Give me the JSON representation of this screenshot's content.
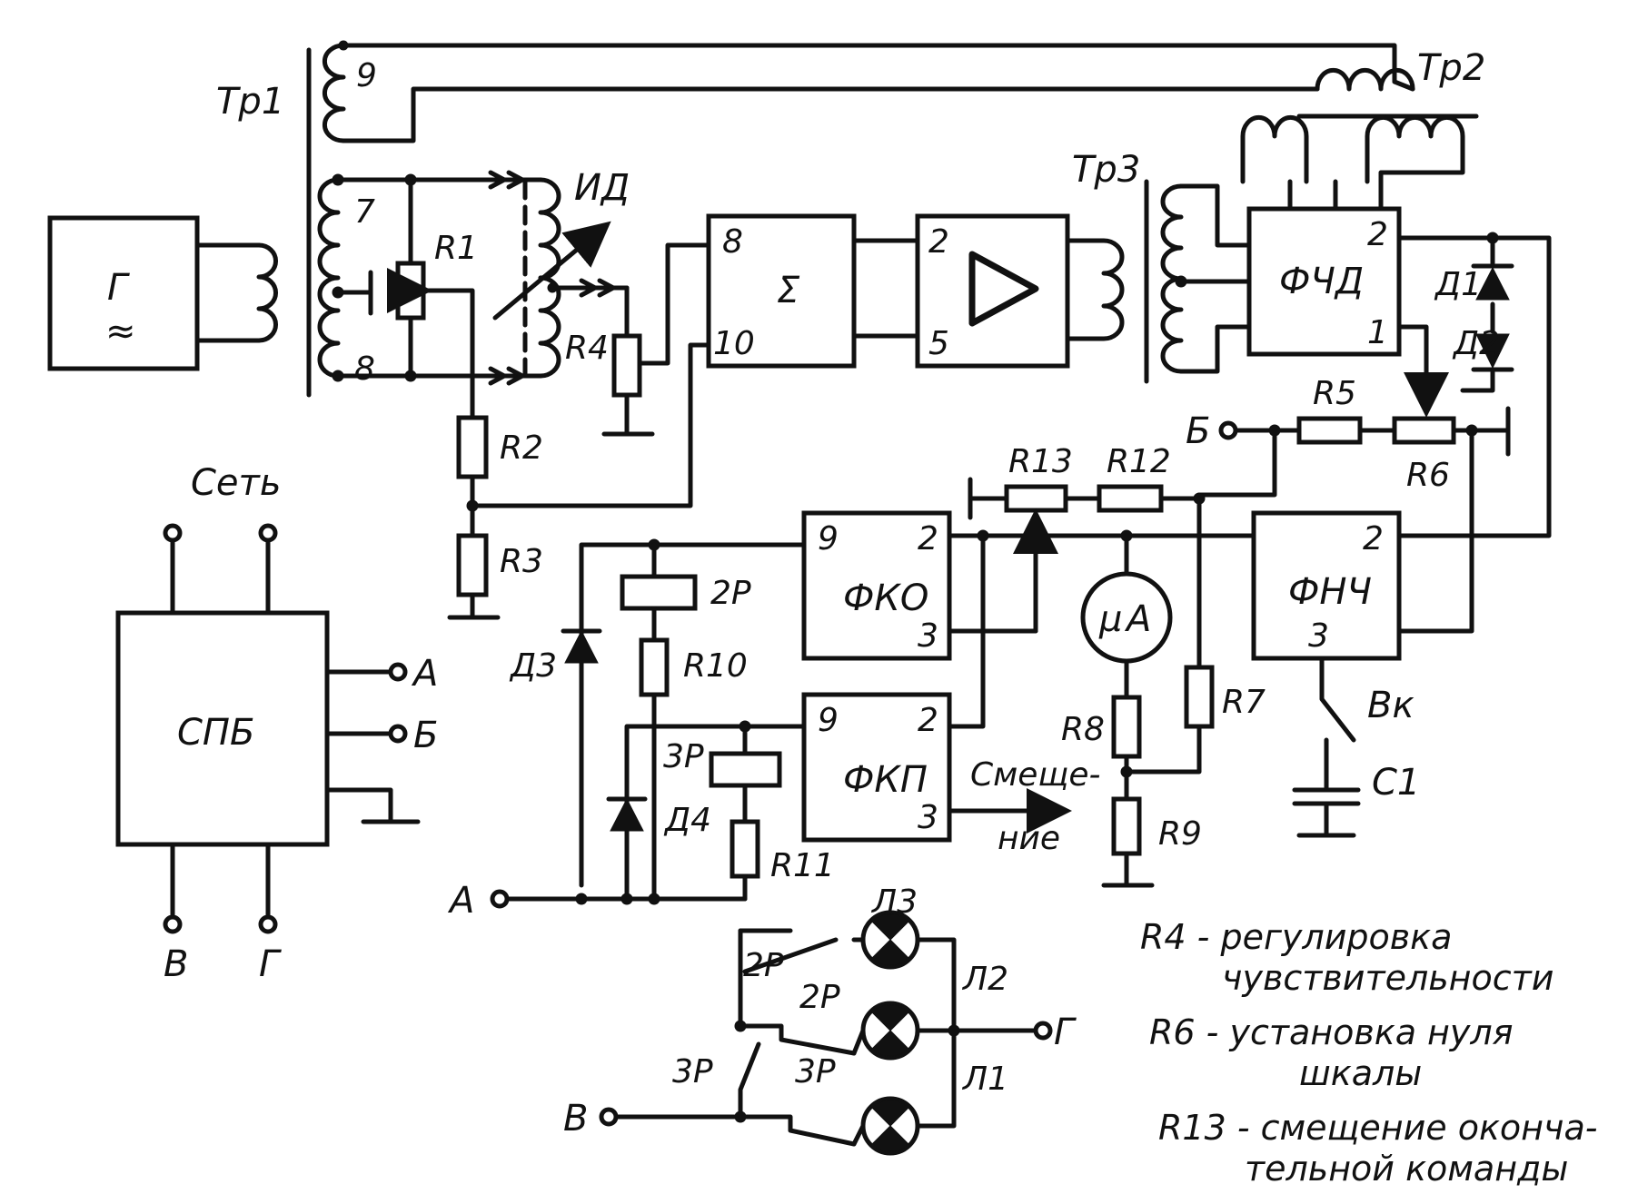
{
  "components": {
    "generator": {
      "symbol": "Г",
      "tilde": "≈"
    },
    "tr1": {
      "name": "Тр1",
      "w9": "9",
      "w7": "7",
      "w8": "8"
    },
    "tr2": {
      "name": "Тр2"
    },
    "tr3": {
      "name": "Тр3"
    },
    "id": {
      "name": "ИД"
    },
    "r1": "R1",
    "r2": "R2",
    "r3": "R3",
    "r4": "R4",
    "r5": "R5",
    "r6": "R6",
    "r7": "R7",
    "r8": "R8",
    "r9": "R9",
    "r10": "R10",
    "r11": "R11",
    "r12": "R12",
    "r13": "R13",
    "sum": {
      "symbol": "Σ",
      "in8": "8",
      "in10": "10"
    },
    "amp": {
      "in2": "2",
      "in5": "5"
    },
    "fchd": {
      "name": "ФЧД",
      "p2": "2",
      "p1": "1"
    },
    "d1": "Д1",
    "d2": "Д2",
    "d3": "Д3",
    "d4": "Д4",
    "fko": {
      "name": "ФКО",
      "p9": "9",
      "p2": "2",
      "p3": "3"
    },
    "fkp": {
      "name": "ФКП",
      "p9": "9",
      "p2": "2",
      "p3": "3"
    },
    "fnch": {
      "name": "ФНЧ",
      "p2": "2",
      "p3": "3"
    },
    "ua": {
      "mu": "μ",
      "a": "A"
    },
    "relay2": "2Р",
    "relay3": "3Р",
    "vk": "Вк",
    "c1": "С1",
    "spb": {
      "name": "СПБ",
      "mains": "Сеть",
      "out_a": "А",
      "out_b": "Б",
      "out_v": "В",
      "out_g": "Г"
    },
    "terminal_a": "А",
    "terminal_b": "Б",
    "terminal_v": "В",
    "terminal_g": "Г",
    "bias_line1": "Смеще-",
    "bias_line2": "ние",
    "relay_contact_2p_a": "2Р",
    "relay_contact_2p_b": "2Р",
    "relay_contact_3p_a": "3Р",
    "relay_contact_3p_b": "3Р",
    "lamp1": "Л1",
    "lamp2": "Л2",
    "lamp3": "Л3"
  },
  "notes": [
    {
      "lines": [
        "R4 - регулировка",
        "чувствительности"
      ]
    },
    {
      "lines": [
        "R6 - установка нуля",
        "шкалы"
      ]
    },
    {
      "lines": [
        "R13 - смещение оконча-",
        "тельной команды"
      ]
    }
  ]
}
